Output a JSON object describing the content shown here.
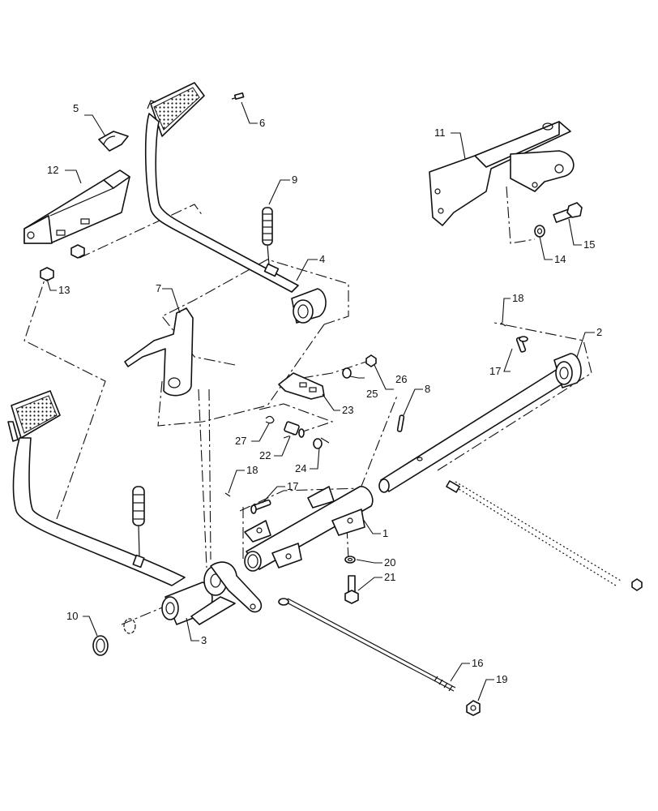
{
  "callouts": {
    "c1": "1",
    "c2": "2",
    "c3": "3",
    "c4": "4",
    "c5": "5",
    "c6": "6",
    "c7": "7",
    "c8": "8",
    "c9": "9",
    "c10": "10",
    "c11": "11",
    "c12": "12",
    "c13": "13",
    "c14": "14",
    "c15": "15",
    "c16": "16",
    "c17a": "17",
    "c17b": "17",
    "c18a": "18",
    "c18b": "18",
    "c19": "19",
    "c20": "20",
    "c21": "21",
    "c22": "22",
    "c23": "23",
    "c24": "24",
    "c25": "25",
    "c26": "26",
    "c27": "27"
  }
}
